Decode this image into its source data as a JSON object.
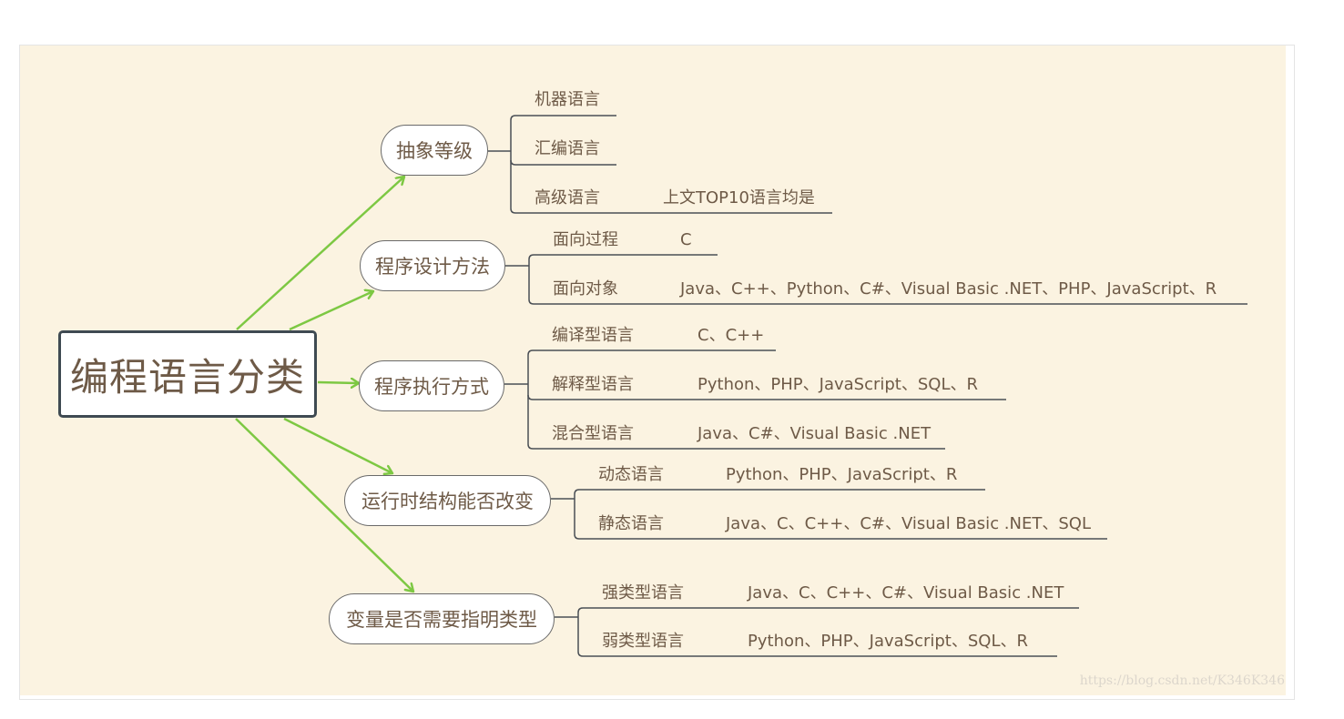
{
  "title": "编程语言分类",
  "watermark": "https://blog.csdn.net/K346K346",
  "colors": {
    "background": "#fbf3e1",
    "arrow": "#7dc843",
    "text": "#6e5a47",
    "line": "#4a4f55"
  },
  "branches": [
    {
      "label": "抽象等级",
      "children": [
        {
          "label": "机器语言",
          "detail": ""
        },
        {
          "label": "汇编语言",
          "detail": ""
        },
        {
          "label": "高级语言",
          "detail": "上文TOP10语言均是"
        }
      ]
    },
    {
      "label": "程序设计方法",
      "children": [
        {
          "label": "面向过程",
          "detail": "C"
        },
        {
          "label": "面向对象",
          "detail": "Java、C++、Python、C#、Visual Basic .NET、PHP、JavaScript、R"
        }
      ]
    },
    {
      "label": "程序执行方式",
      "children": [
        {
          "label": "编译型语言",
          "detail": "C、C++"
        },
        {
          "label": "解释型语言",
          "detail": "Python、PHP、JavaScript、SQL、R"
        },
        {
          "label": "混合型语言",
          "detail": "Java、C#、Visual Basic .NET"
        }
      ]
    },
    {
      "label": "运行时结构能否改变",
      "children": [
        {
          "label": "动态语言",
          "detail": "Python、PHP、JavaScript、R"
        },
        {
          "label": "静态语言",
          "detail": "Java、C、C++、C#、Visual Basic .NET、SQL"
        }
      ]
    },
    {
      "label": "变量是否需要指明类型",
      "children": [
        {
          "label": "强类型语言",
          "detail": "Java、C、C++、C#、Visual Basic .NET"
        },
        {
          "label": "弱类型语言",
          "detail": "Python、PHP、JavaScript、SQL、R"
        }
      ]
    }
  ]
}
